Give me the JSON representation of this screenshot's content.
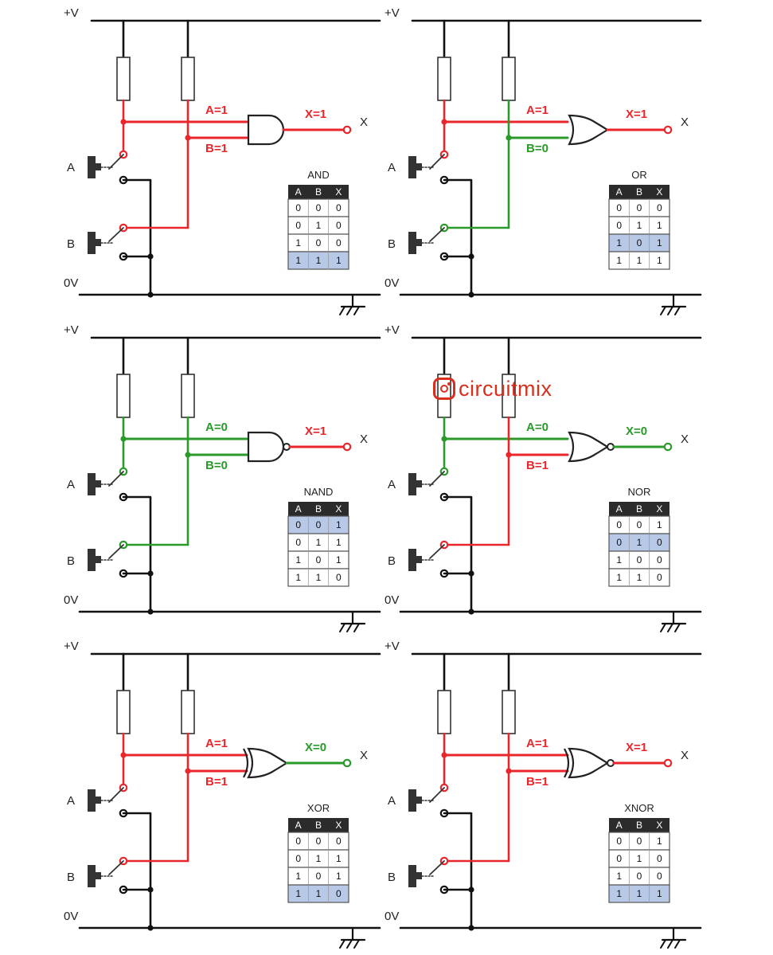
{
  "labels": {
    "supply": "+V",
    "ground": "0V",
    "input_a": "A",
    "input_b": "B",
    "output": "X"
  },
  "colors": {
    "high": "#e8262b",
    "low": "#2a9a2a",
    "wire": "#111111",
    "table_header": "#2b2b2b",
    "table_highlight": "#b7c9e6",
    "watermark_text": "#d8301f"
  },
  "watermark": {
    "icon": "instagram-icon",
    "text": "circuitmix"
  },
  "panels": [
    {
      "gate": "AND",
      "a_label": "A=1",
      "b_label": "B=1",
      "x_label": "X=1",
      "a": 1,
      "b": 1,
      "x": 1,
      "table_header": [
        "A",
        "B",
        "X"
      ],
      "table": [
        [
          "0",
          "0",
          "0"
        ],
        [
          "0",
          "1",
          "0"
        ],
        [
          "1",
          "0",
          "0"
        ],
        [
          "1",
          "1",
          "1"
        ]
      ],
      "highlight_row": 3
    },
    {
      "gate": "OR",
      "a_label": "A=1",
      "b_label": "B=0",
      "x_label": "X=1",
      "a": 1,
      "b": 0,
      "x": 1,
      "table_header": [
        "A",
        "B",
        "X"
      ],
      "table": [
        [
          "0",
          "0",
          "0"
        ],
        [
          "0",
          "1",
          "1"
        ],
        [
          "1",
          "0",
          "1"
        ],
        [
          "1",
          "1",
          "1"
        ]
      ],
      "highlight_row": 2
    },
    {
      "gate": "NAND",
      "a_label": "A=0",
      "b_label": "B=0",
      "x_label": "X=1",
      "a": 0,
      "b": 0,
      "x": 1,
      "table_header": [
        "A",
        "B",
        "X"
      ],
      "table": [
        [
          "0",
          "0",
          "1"
        ],
        [
          "0",
          "1",
          "1"
        ],
        [
          "1",
          "0",
          "1"
        ],
        [
          "1",
          "1",
          "0"
        ]
      ],
      "highlight_row": 0
    },
    {
      "gate": "NOR",
      "a_label": "A=0",
      "b_label": "B=1",
      "x_label": "X=0",
      "a": 0,
      "b": 1,
      "x": 0,
      "table_header": [
        "A",
        "B",
        "X"
      ],
      "table": [
        [
          "0",
          "0",
          "1"
        ],
        [
          "0",
          "1",
          "0"
        ],
        [
          "1",
          "0",
          "0"
        ],
        [
          "1",
          "1",
          "0"
        ]
      ],
      "highlight_row": 1
    },
    {
      "gate": "XOR",
      "a_label": "A=1",
      "b_label": "B=1",
      "x_label": "X=0",
      "a": 1,
      "b": 1,
      "x": 0,
      "table_header": [
        "A",
        "B",
        "X"
      ],
      "table": [
        [
          "0",
          "0",
          "0"
        ],
        [
          "0",
          "1",
          "1"
        ],
        [
          "1",
          "0",
          "1"
        ],
        [
          "1",
          "1",
          "0"
        ]
      ],
      "highlight_row": 3
    },
    {
      "gate": "XNOR",
      "a_label": "A=1",
      "b_label": "B=1",
      "x_label": "X=1",
      "a": 1,
      "b": 1,
      "x": 1,
      "table_header": [
        "A",
        "B",
        "X"
      ],
      "table": [
        [
          "0",
          "0",
          "1"
        ],
        [
          "0",
          "1",
          "0"
        ],
        [
          "1",
          "0",
          "0"
        ],
        [
          "1",
          "1",
          "1"
        ]
      ],
      "highlight_row": 3
    }
  ]
}
